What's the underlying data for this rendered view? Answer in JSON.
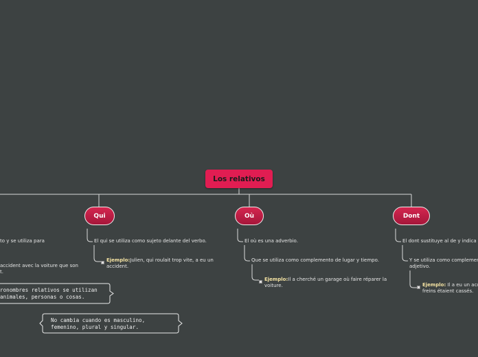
{
  "root": {
    "title": "Los relativos"
  },
  "branches": {
    "qui": {
      "label": "Qui",
      "def": "El qui se utiliza como sujeto delante del verbo.",
      "example_label": "Ejemplo:",
      "example_line1": "Julien, qui roulait trop vite, a eu un",
      "example_line2": "accident."
    },
    "ou": {
      "label": "Où",
      "def": "El où es una adverbio.",
      "use": "Que se utiliza como complemento de lugar y tiempo.",
      "example_label": "Ejemplo:",
      "example_line1": "Il a cherché un garage où faire réparer la",
      "example_line2": "voiture."
    },
    "dont": {
      "label": "Dont",
      "def": "El dont sustituye al de y indica po",
      "use_line1": "Y se utiliza como complemento",
      "use_line2": "adjetivo.",
      "example_label": "Ejemplo:",
      "example_line1": " Il a eu un acci",
      "example_line2": "freins étaient cassés."
    },
    "left": {
      "text1": "to y se utiliza para",
      "text2": "accident avec la voiture que son",
      "text3": "t."
    }
  },
  "notes": {
    "note1": "ronombres relativos se utilizan\nanimales, personas o cosas.",
    "note2": "No cambia cuando es masculino,\nfemenino, plural y singular."
  }
}
